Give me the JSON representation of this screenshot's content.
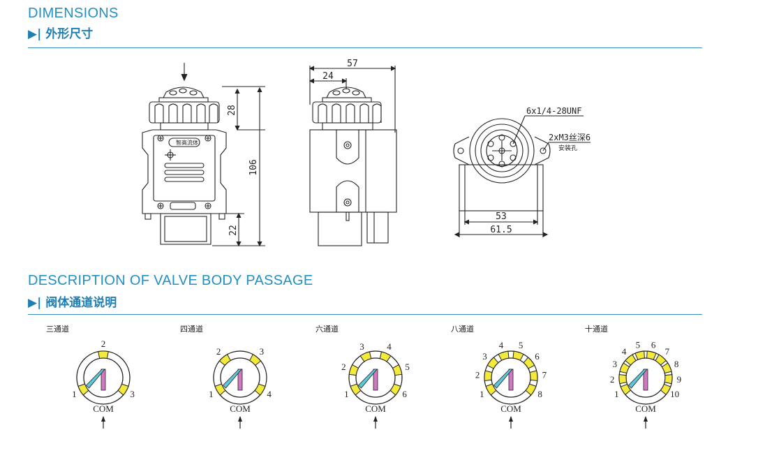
{
  "sections": {
    "dimensions": {
      "en": "DIMENSIONS",
      "cn": "▶| 外形尺寸"
    },
    "passage": {
      "en": "DESCRIPTION OF VALVE BODY PASSAGE",
      "cn": "▶| 阀体通道说明"
    }
  },
  "front_view": {
    "dim_height": "106",
    "dim_top": "28",
    "dim_bottom": "22",
    "brand": "智高流体"
  },
  "side_view": {
    "dim_total": "57",
    "dim_offset": "24"
  },
  "top_view": {
    "note_ports": "6x1/4-28UNF",
    "note_mount": "2xM3丝深6",
    "note_mount_cn": "安装孔",
    "dim_inner": "53",
    "dim_outer": "61.5"
  },
  "channels": [
    {
      "title": "三通道",
      "n": 3,
      "labels": [
        "1",
        "2",
        "3"
      ],
      "com": "COM"
    },
    {
      "title": "四通道",
      "n": 4,
      "labels": [
        "1",
        "2",
        "3",
        "4"
      ],
      "com": "COM"
    },
    {
      "title": "六通道",
      "n": 6,
      "labels": [
        "1",
        "2",
        "3",
        "4",
        "5",
        "6"
      ],
      "com": "COM"
    },
    {
      "title": "八通道",
      "n": 8,
      "labels": [
        "1",
        "2",
        "3",
        "4",
        "5",
        "6",
        "7",
        "8"
      ],
      "com": "COM"
    },
    {
      "title": "十通道",
      "n": 10,
      "labels": [
        "1",
        "2",
        "3",
        "4",
        "5",
        "6",
        "7",
        "8",
        "9",
        "10"
      ],
      "com": "COM"
    }
  ],
  "colors": {
    "accent": "#1f8fc4",
    "port": "#f4ea3c",
    "pink": "#d079c2",
    "cyan": "#5fc6d9"
  }
}
